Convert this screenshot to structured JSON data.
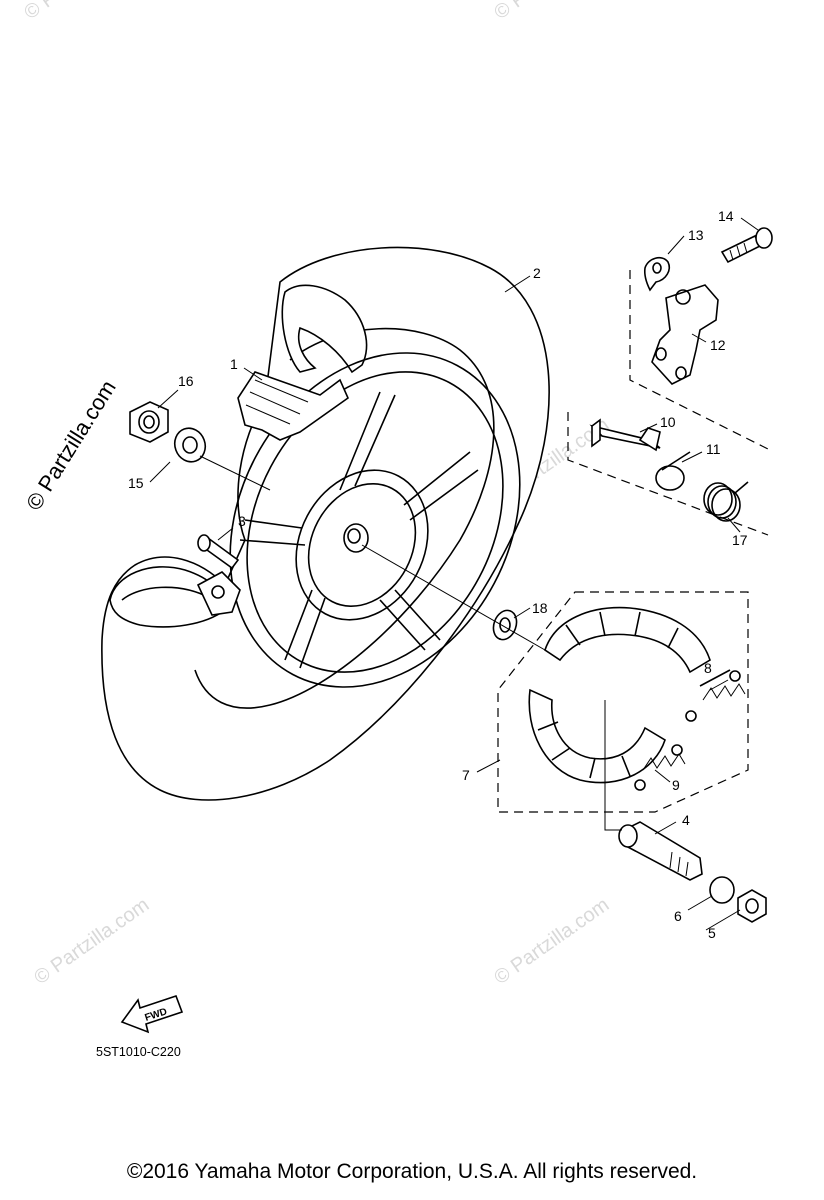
{
  "diagram": {
    "code": "5ST1010-C220",
    "fwd_label": "FWD",
    "watermark_text": "© Partzilla.com",
    "watermark_faint": "© Partzilla.com",
    "callouts": {
      "c1": "1",
      "c2": "2",
      "c3": "3",
      "c4": "4",
      "c5": "5",
      "c6": "6",
      "c7": "7",
      "c8": "8",
      "c9": "9",
      "c10": "10",
      "c11": "11",
      "c12": "12",
      "c13": "13",
      "c14": "14",
      "c15": "15",
      "c16": "16",
      "c17": "17",
      "c18": "18"
    }
  },
  "footer": {
    "copyright": "©2016  Yamaha Motor Corporation, U.S.A. All rights reserved."
  }
}
